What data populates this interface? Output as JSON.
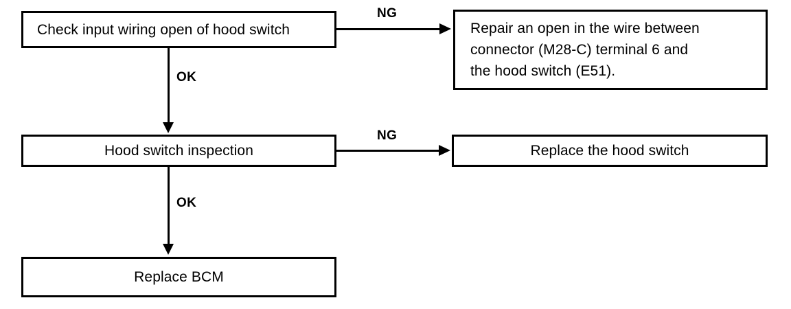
{
  "diagram": {
    "type": "troubleshooting-flowchart",
    "nodes": [
      {
        "id": "check_wiring",
        "text": "Check input wiring open of hood switch",
        "align": "left"
      },
      {
        "id": "repair_open",
        "text": "Repair an open in the wire between\nconnector (M28-C) terminal 6 and\nthe hood switch (E51).",
        "align": "left"
      },
      {
        "id": "hood_inspection",
        "text": "Hood switch inspection",
        "align": "center"
      },
      {
        "id": "replace_switch",
        "text": "Replace the hood switch",
        "align": "center"
      },
      {
        "id": "replace_bcm",
        "text": "Replace BCM",
        "align": "center"
      }
    ],
    "edges": [
      {
        "id": "ng_1",
        "label": "NG",
        "from": "check_wiring",
        "to": "repair_open",
        "direction": "right"
      },
      {
        "id": "ok_1",
        "label": "OK",
        "from": "check_wiring",
        "to": "hood_inspection",
        "direction": "down"
      },
      {
        "id": "ng_2",
        "label": "NG",
        "from": "hood_inspection",
        "to": "replace_switch",
        "direction": "right"
      },
      {
        "id": "ok_2",
        "label": "OK",
        "from": "hood_inspection",
        "to": "replace_bcm",
        "direction": "down"
      }
    ],
    "colors": {
      "stroke": "#000000",
      "fill": "#ffffff",
      "text": "#000000"
    }
  }
}
